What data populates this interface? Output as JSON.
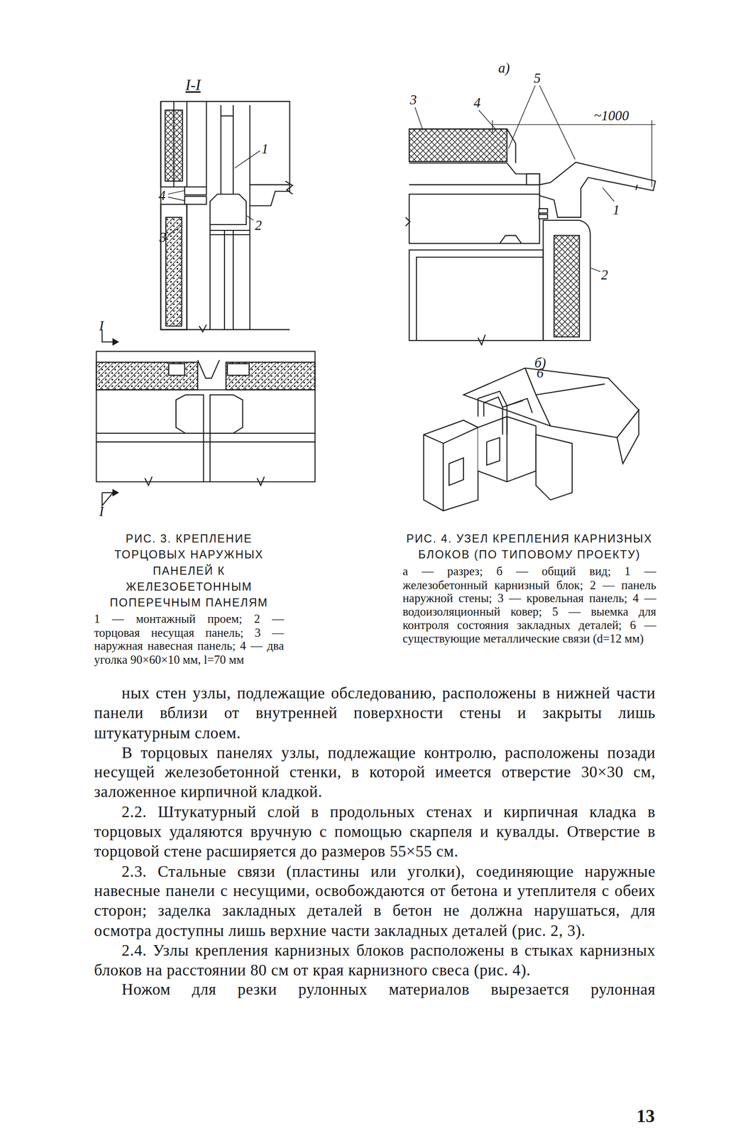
{
  "diagram": {
    "labels": [
      "I-I",
      "1",
      "4",
      "2",
      "3",
      "I",
      "I",
      "а)",
      "3",
      "4",
      "5",
      "~1000",
      "1",
      "2",
      "б)",
      "6",
      "РИС. 3. КРЕПЛЕНИЕ ТОРЦОВЫХ НАРУЖНЫХ ПАНЕЛЕЙ К ЖЕЛЕЗОБЕТОННЫМ ПОПЕРЕЧНЫМ ПАНЕЛЯМ",
      "1 — монтажный проем; 2 — торцовая несущая панель; 3 — наружная навесная панель; 4 — два уголка 90×60×10 мм, l=70 мм",
      "РИС. 4. УЗЕЛ КРЕПЛЕНИЯ КАРНИЗНЫХ БЛОКОВ (ПО ТИПОВОМУ ПРОЕКТУ)",
      "а — разрез; б — общий вид; 1 — железобетонный карнизный блок; 2 — панель наружной стены; 3 — кровельная панель; 4 — водоизоляционный ковер; 5 — выемка для контроля состояния закладных деталей; 6 — существующие металлические связи (d=12 мм)",
      "ных стен узлы, подлежащие обследованию, расположены в нижней части панели вблизи от внутренней поверхности стены и закрыты лишь штукатурным слоем.",
      "В торцовых панелях узлы, подлежащие контролю, расположены позади несущей железобетонной стенки, в которой имеется отверстие 30×30 см, заложенное кирпичной кладкой.",
      "2.2. Штукатурный слой в продольных стенах и кирпичная кладка в торцовых удаляются вручную с помощью скарпеля и кувалды. Отверстие в торцовой стене расширяется до размеров 55×55 см.",
      "2.3. Стальные связи (пластины или уголки), соединяющие наружные навесные панели с несущими, освобождаются от бетона и утеплителя с обеих сторон; заделка закладных деталей в бетон не должна нарушаться, для осмотра доступны лишь верхние части закладных деталей (рис. 2, 3).",
      "2.4. Узлы крепления карнизных блоков расположены в стыках карнизных блоков на расстоянии 80 см от края карнизного свеса (рис. 4).",
      "Ножом для резки рулонных материалов вырезается рулонная",
      "13"
    ]
  }
}
